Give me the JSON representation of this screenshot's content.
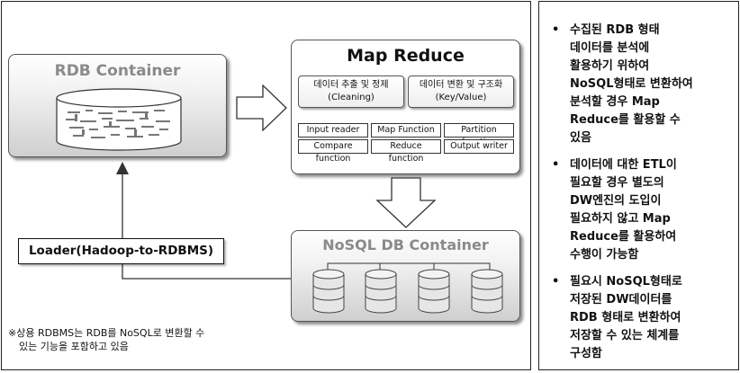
{
  "rdb": {
    "title": "RDB Container"
  },
  "mapreduce": {
    "title": "Map Reduce",
    "stage1": {
      "line1": "데이터 추출 및 정제",
      "line2": "(Cleaning)"
    },
    "stage2": {
      "line1": "데이터 변환 및 구조화",
      "line2": "(Key/Value)"
    },
    "functions": [
      "Input reader",
      "Map Function",
      "Partition function",
      "Compare function",
      "Reduce function",
      "Output writer"
    ]
  },
  "nosql": {
    "title": "NoSQL DB Container"
  },
  "loader": {
    "label": "Loader(Hadoop-to-RDBMS)"
  },
  "note": {
    "line1": "※상용 RDBMS는 RDB를 NoSQL로 변환할 수",
    "line2": "있는 기능을 포함하고 있음"
  },
  "bullets": [
    {
      "symbol": "•",
      "lines": [
        "수집된 RDB 형태",
        "데이터를 분석에",
        "활용하기 위하여",
        "NoSQL형태로 변환하여",
        "분석할 경우 Map",
        "Reduce를 활용할 수",
        "있음"
      ]
    },
    {
      "symbol": "•",
      "lines": [
        "데이터에 대한 ETL이",
        "필요할 경우 별도의",
        "DW엔진의 도입이",
        "필요하지 않고 Map",
        "Reduce를 활용하여",
        "수행이 가능함"
      ]
    },
    {
      "symbol": "•",
      "lines": [
        "필요시 NoSQL형태로",
        "저장된 DW데이터를",
        "RDB 형태로 변환하여",
        "저장할 수 있는 체계를",
        "구성함"
      ]
    }
  ],
  "colors": {
    "container_title": "#8a8a8a",
    "border": "#222222"
  }
}
